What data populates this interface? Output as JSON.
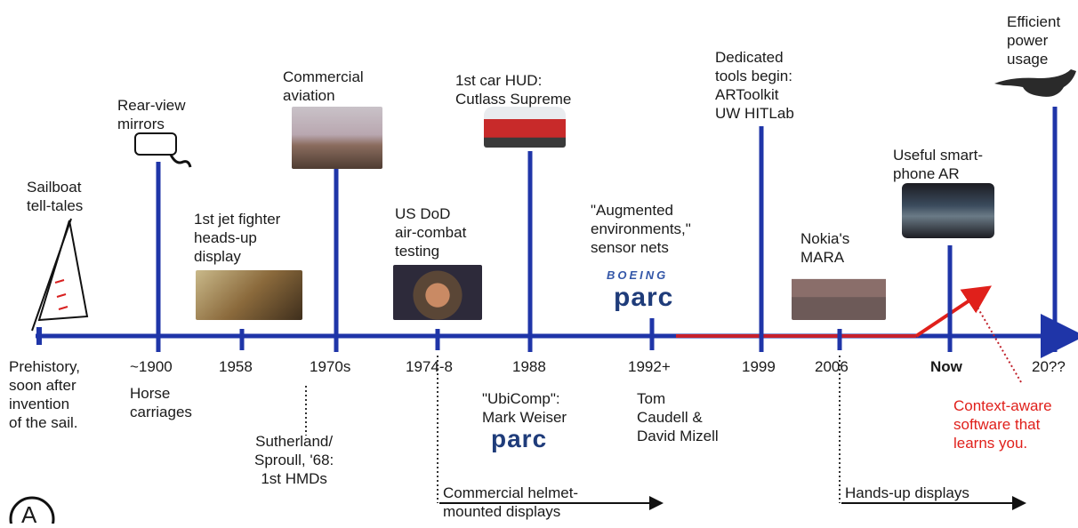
{
  "eras": [
    {
      "label": "Prehistory,\nsoon after\ninvention\nof the sail."
    },
    {
      "label": "~1900"
    },
    {
      "label": "1958"
    },
    {
      "label": "1970s"
    },
    {
      "label": "1974-8"
    },
    {
      "label": "1988"
    },
    {
      "label": "1992+"
    },
    {
      "label": "1999"
    },
    {
      "label": "2006"
    },
    {
      "label": "Now"
    },
    {
      "label": "20??"
    }
  ],
  "above": {
    "sailboat": "Sailboat\ntell-tales",
    "mirrors": "Rear-view\nmirrors",
    "jet_hud": "1st jet fighter\nheads-up\ndisplay",
    "aviation": "Commercial\naviation",
    "dod": "US DoD\nair-combat\ntesting",
    "car_hud": "1st car HUD:\nCutlass Supreme",
    "augmented": "\"Augmented\nenvironments,\"\nsensor nets",
    "tools": "Dedicated\ntools begin:\nARToolkit\nUW HITLab",
    "nokia": "Nokia's\nMARA",
    "smartphone": "Useful smart-\nphone AR",
    "power": "Efficient\npower\nusage"
  },
  "below": {
    "horse": "Horse\ncarriages",
    "sutherland": "Sutherland/\nSproull, '68:\n1st HMDs",
    "ubicomp": "\"UbiComp\":\nMark Weiser",
    "caudell": "Tom\nCaudell &\nDavid Mizell",
    "helmet": "Commercial helmet-\nmounted displays",
    "handsup": "Hands-up displays",
    "context": "Context-aware\nsoftware that\nlearns you."
  },
  "logos": {
    "parc_top": "parc",
    "parc_bottom": "parc",
    "boeing": "BOEING",
    "corner": "A"
  },
  "colors": {
    "timeline": "#1f35a8",
    "accent": "#e0201b",
    "text": "#1a1a1a"
  }
}
